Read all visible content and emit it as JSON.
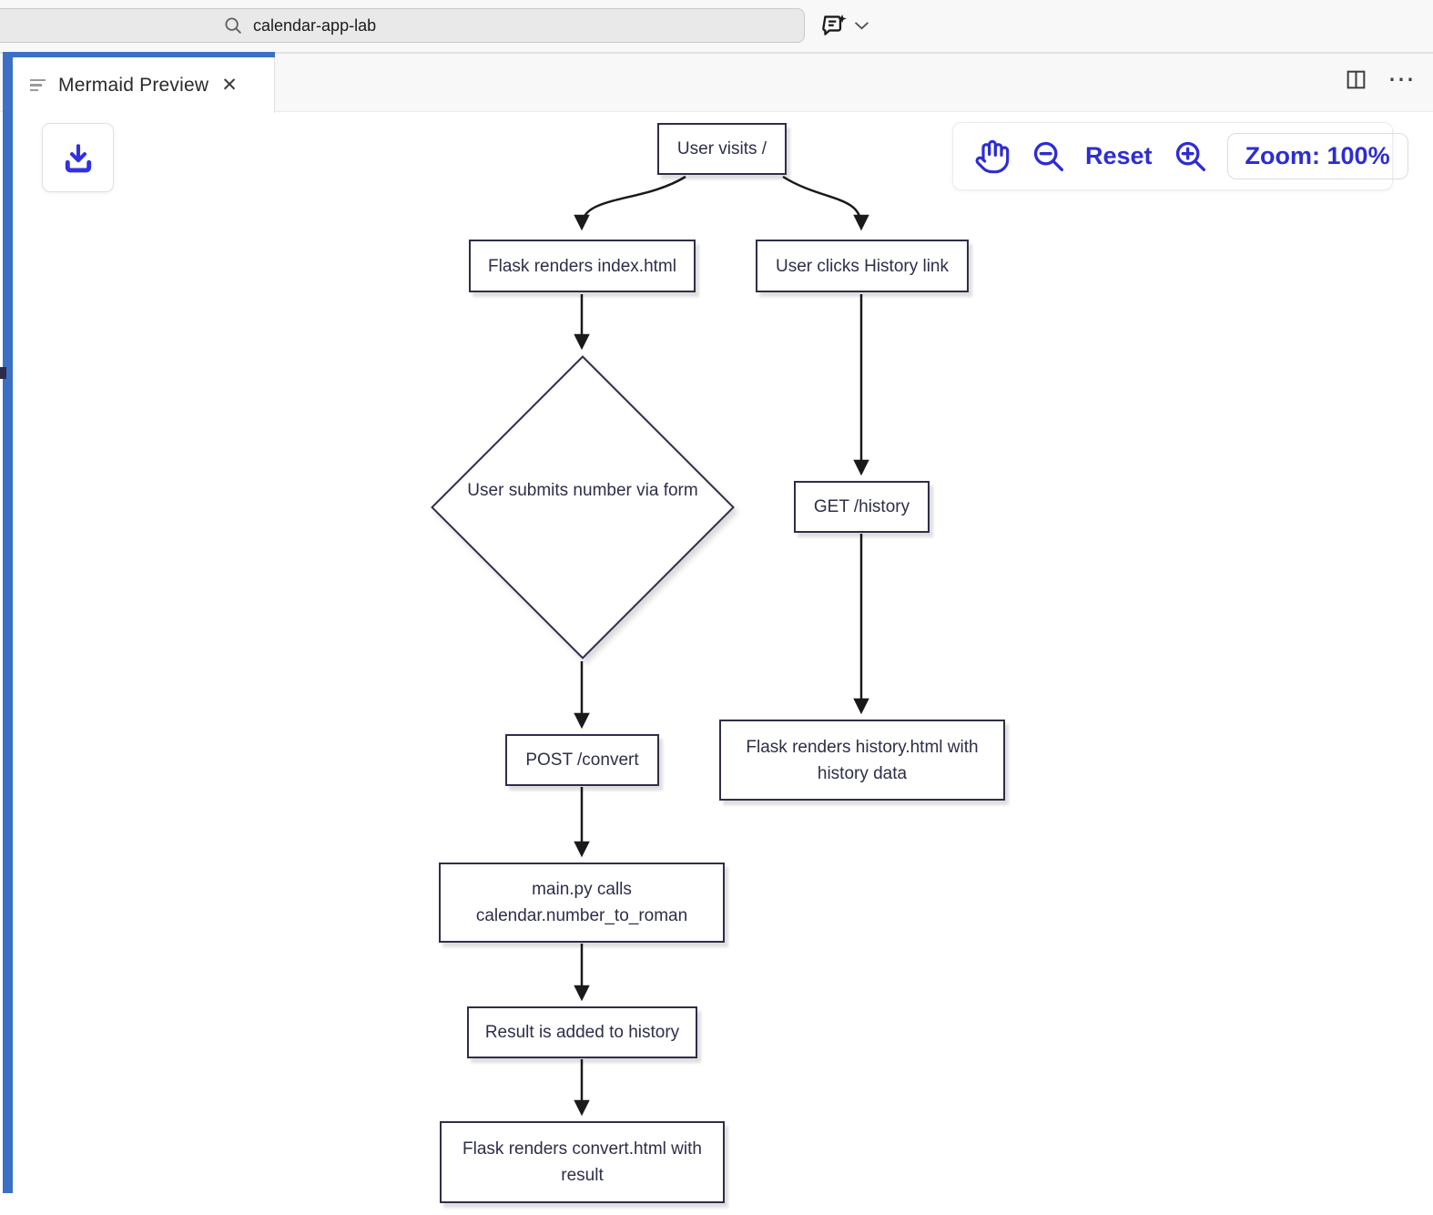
{
  "topbar": {
    "search_value": "calendar-app-lab"
  },
  "tab": {
    "title": "Mermaid Preview",
    "close_glyph": "✕"
  },
  "strip_actions": {
    "ellipsis_glyph": "⋯"
  },
  "preview_toolbar": {
    "reset_label": "Reset",
    "zoom_label": "Zoom: 100%"
  },
  "colors": {
    "accent_blue": "#2d2dd2",
    "focus_border_blue": "#3b70c5",
    "node_border": "#2e2e4a",
    "node_text": "#2e2e4a",
    "arrow": "#1a1a1a",
    "search_bg": "#e9e9e9"
  },
  "diagram": {
    "nodes": [
      {
        "id": "A",
        "shape": "rect",
        "label": "User visits /"
      },
      {
        "id": "B",
        "shape": "rect",
        "label": "Flask renders index.html"
      },
      {
        "id": "C",
        "shape": "rect",
        "label": "User clicks History link"
      },
      {
        "id": "D",
        "shape": "diamond",
        "label": "User submits number via form"
      },
      {
        "id": "E",
        "shape": "rect",
        "label": "GET /history"
      },
      {
        "id": "F",
        "shape": "rect",
        "label": "POST /convert"
      },
      {
        "id": "G",
        "shape": "rect",
        "label": "Flask renders history.html with history data"
      },
      {
        "id": "H",
        "shape": "rect",
        "label": "main.py calls calendar.number_to_roman"
      },
      {
        "id": "I",
        "shape": "rect",
        "label": "Result is added to history"
      },
      {
        "id": "J",
        "shape": "rect",
        "label": "Flask renders convert.html with result"
      }
    ],
    "edges": [
      {
        "from": "User visits /",
        "to": "Flask renders index.html"
      },
      {
        "from": "User visits /",
        "to": "User clicks History link"
      },
      {
        "from": "Flask renders index.html",
        "to": "User submits number via form"
      },
      {
        "from": "User submits number via form",
        "to": "POST /convert"
      },
      {
        "from": "POST /convert",
        "to": "main.py calls calendar.number_to_roman"
      },
      {
        "from": "main.py calls calendar.number_to_roman",
        "to": "Result is added to history"
      },
      {
        "from": "Result is added to history",
        "to": "Flask renders convert.html with result"
      },
      {
        "from": "User clicks History link",
        "to": "GET /history"
      },
      {
        "from": "GET /history",
        "to": "Flask renders history.html with history data"
      }
    ]
  }
}
